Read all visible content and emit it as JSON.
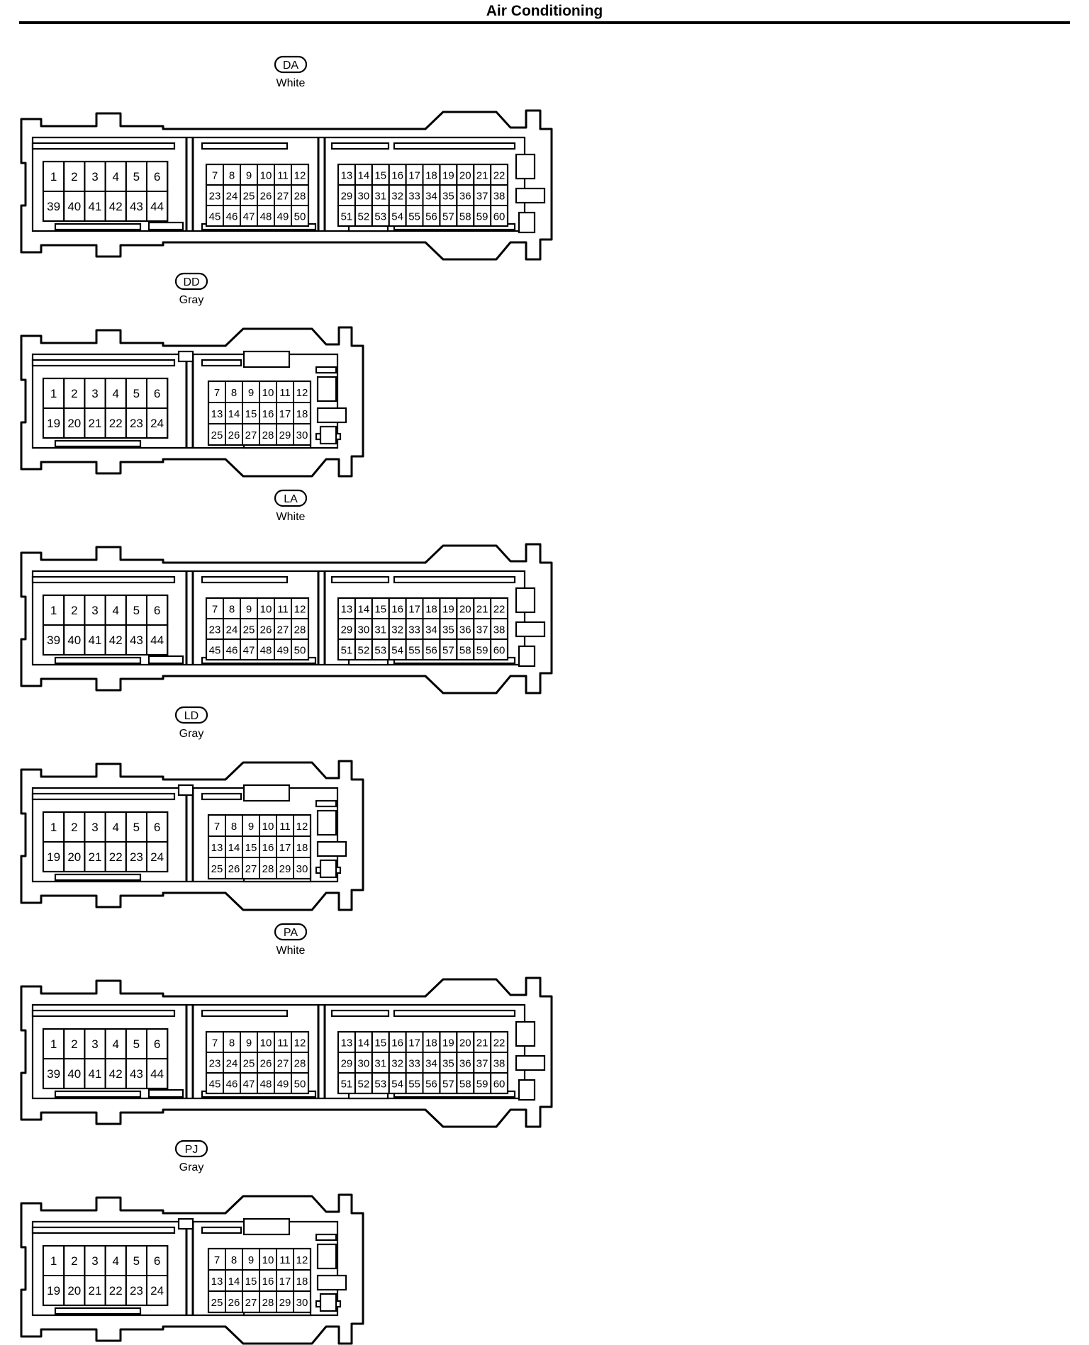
{
  "page": {
    "title": "Air Conditioning"
  },
  "connectors": [
    {
      "code": "DA",
      "color": "White",
      "type": "60-pin",
      "pins": {
        "left": [
          [
            "1",
            "2",
            "3",
            "4",
            "5",
            "6"
          ],
          [
            "39",
            "40",
            "41",
            "42",
            "43",
            "44"
          ]
        ],
        "middle": [
          [
            "7",
            "8",
            "9",
            "10",
            "11",
            "12"
          ],
          [
            "23",
            "24",
            "25",
            "26",
            "27",
            "28"
          ],
          [
            "45",
            "46",
            "47",
            "48",
            "49",
            "50"
          ]
        ],
        "right": [
          [
            "13",
            "14",
            "15",
            "16",
            "17",
            "18",
            "19",
            "20",
            "21",
            "22"
          ],
          [
            "29",
            "30",
            "31",
            "32",
            "33",
            "34",
            "35",
            "36",
            "37",
            "38"
          ],
          [
            "51",
            "52",
            "53",
            "54",
            "55",
            "56",
            "57",
            "58",
            "59",
            "60"
          ]
        ]
      }
    },
    {
      "code": "DD",
      "color": "Gray",
      "type": "30-pin",
      "pins": {
        "left": [
          [
            "1",
            "2",
            "3",
            "4",
            "5",
            "6"
          ],
          [
            "19",
            "20",
            "21",
            "22",
            "23",
            "24"
          ]
        ],
        "middle": [
          [
            "7",
            "8",
            "9",
            "10",
            "11",
            "12"
          ],
          [
            "13",
            "14",
            "15",
            "16",
            "17",
            "18"
          ],
          [
            "25",
            "26",
            "27",
            "28",
            "29",
            "30"
          ]
        ]
      }
    },
    {
      "code": "LA",
      "color": "White",
      "type": "60-pin",
      "pins": {
        "left": [
          [
            "1",
            "2",
            "3",
            "4",
            "5",
            "6"
          ],
          [
            "39",
            "40",
            "41",
            "42",
            "43",
            "44"
          ]
        ],
        "middle": [
          [
            "7",
            "8",
            "9",
            "10",
            "11",
            "12"
          ],
          [
            "23",
            "24",
            "25",
            "26",
            "27",
            "28"
          ],
          [
            "45",
            "46",
            "47",
            "48",
            "49",
            "50"
          ]
        ],
        "right": [
          [
            "13",
            "14",
            "15",
            "16",
            "17",
            "18",
            "19",
            "20",
            "21",
            "22"
          ],
          [
            "29",
            "30",
            "31",
            "32",
            "33",
            "34",
            "35",
            "36",
            "37",
            "38"
          ],
          [
            "51",
            "52",
            "53",
            "54",
            "55",
            "56",
            "57",
            "58",
            "59",
            "60"
          ]
        ]
      }
    },
    {
      "code": "LD",
      "color": "Gray",
      "type": "30-pin",
      "pins": {
        "left": [
          [
            "1",
            "2",
            "3",
            "4",
            "5",
            "6"
          ],
          [
            "19",
            "20",
            "21",
            "22",
            "23",
            "24"
          ]
        ],
        "middle": [
          [
            "7",
            "8",
            "9",
            "10",
            "11",
            "12"
          ],
          [
            "13",
            "14",
            "15",
            "16",
            "17",
            "18"
          ],
          [
            "25",
            "26",
            "27",
            "28",
            "29",
            "30"
          ]
        ]
      }
    },
    {
      "code": "PA",
      "color": "White",
      "type": "60-pin",
      "pins": {
        "left": [
          [
            "1",
            "2",
            "3",
            "4",
            "5",
            "6"
          ],
          [
            "39",
            "40",
            "41",
            "42",
            "43",
            "44"
          ]
        ],
        "middle": [
          [
            "7",
            "8",
            "9",
            "10",
            "11",
            "12"
          ],
          [
            "23",
            "24",
            "25",
            "26",
            "27",
            "28"
          ],
          [
            "45",
            "46",
            "47",
            "48",
            "49",
            "50"
          ]
        ],
        "right": [
          [
            "13",
            "14",
            "15",
            "16",
            "17",
            "18",
            "19",
            "20",
            "21",
            "22"
          ],
          [
            "29",
            "30",
            "31",
            "32",
            "33",
            "34",
            "35",
            "36",
            "37",
            "38"
          ],
          [
            "51",
            "52",
            "53",
            "54",
            "55",
            "56",
            "57",
            "58",
            "59",
            "60"
          ]
        ]
      }
    },
    {
      "code": "PJ",
      "color": "Gray",
      "type": "30-pin",
      "pins": {
        "left": [
          [
            "1",
            "2",
            "3",
            "4",
            "5",
            "6"
          ],
          [
            "19",
            "20",
            "21",
            "22",
            "23",
            "24"
          ]
        ],
        "middle": [
          [
            "7",
            "8",
            "9",
            "10",
            "11",
            "12"
          ],
          [
            "13",
            "14",
            "15",
            "16",
            "17",
            "18"
          ],
          [
            "25",
            "26",
            "27",
            "28",
            "29",
            "30"
          ]
        ]
      }
    }
  ]
}
